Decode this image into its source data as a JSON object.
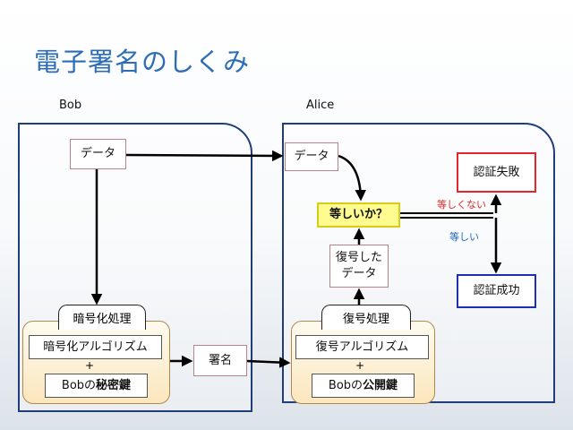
{
  "title": "電子署名のしくみ",
  "bob": {
    "label": "Bob",
    "data_box": "データ",
    "process_tab": "暗号化処理",
    "algorithm": "暗号化アルゴリズム",
    "plus": "+",
    "key_owner": "Bobの",
    "key_name": "秘密鍵"
  },
  "signature": "署名",
  "alice": {
    "label": "Alice",
    "data_box": "データ",
    "compare": "等しいか？",
    "restored_line1": "復号した",
    "restored_line2": "データ",
    "process_tab": "復号処理",
    "algorithm": "復号アルゴリズム",
    "plus": "+",
    "key_owner": "Bobの",
    "key_name": "公開鍵"
  },
  "results": {
    "fail": "認証失敗",
    "success": "認証成功",
    "fail_note": "等しくない",
    "ok_note": "等しい"
  },
  "colors": {
    "title": "#2d6db5",
    "panel_border": "#1f3e79",
    "fail": "#e4242e",
    "success": "#1f2fb4",
    "compare_fill": "#fffb8f"
  }
}
